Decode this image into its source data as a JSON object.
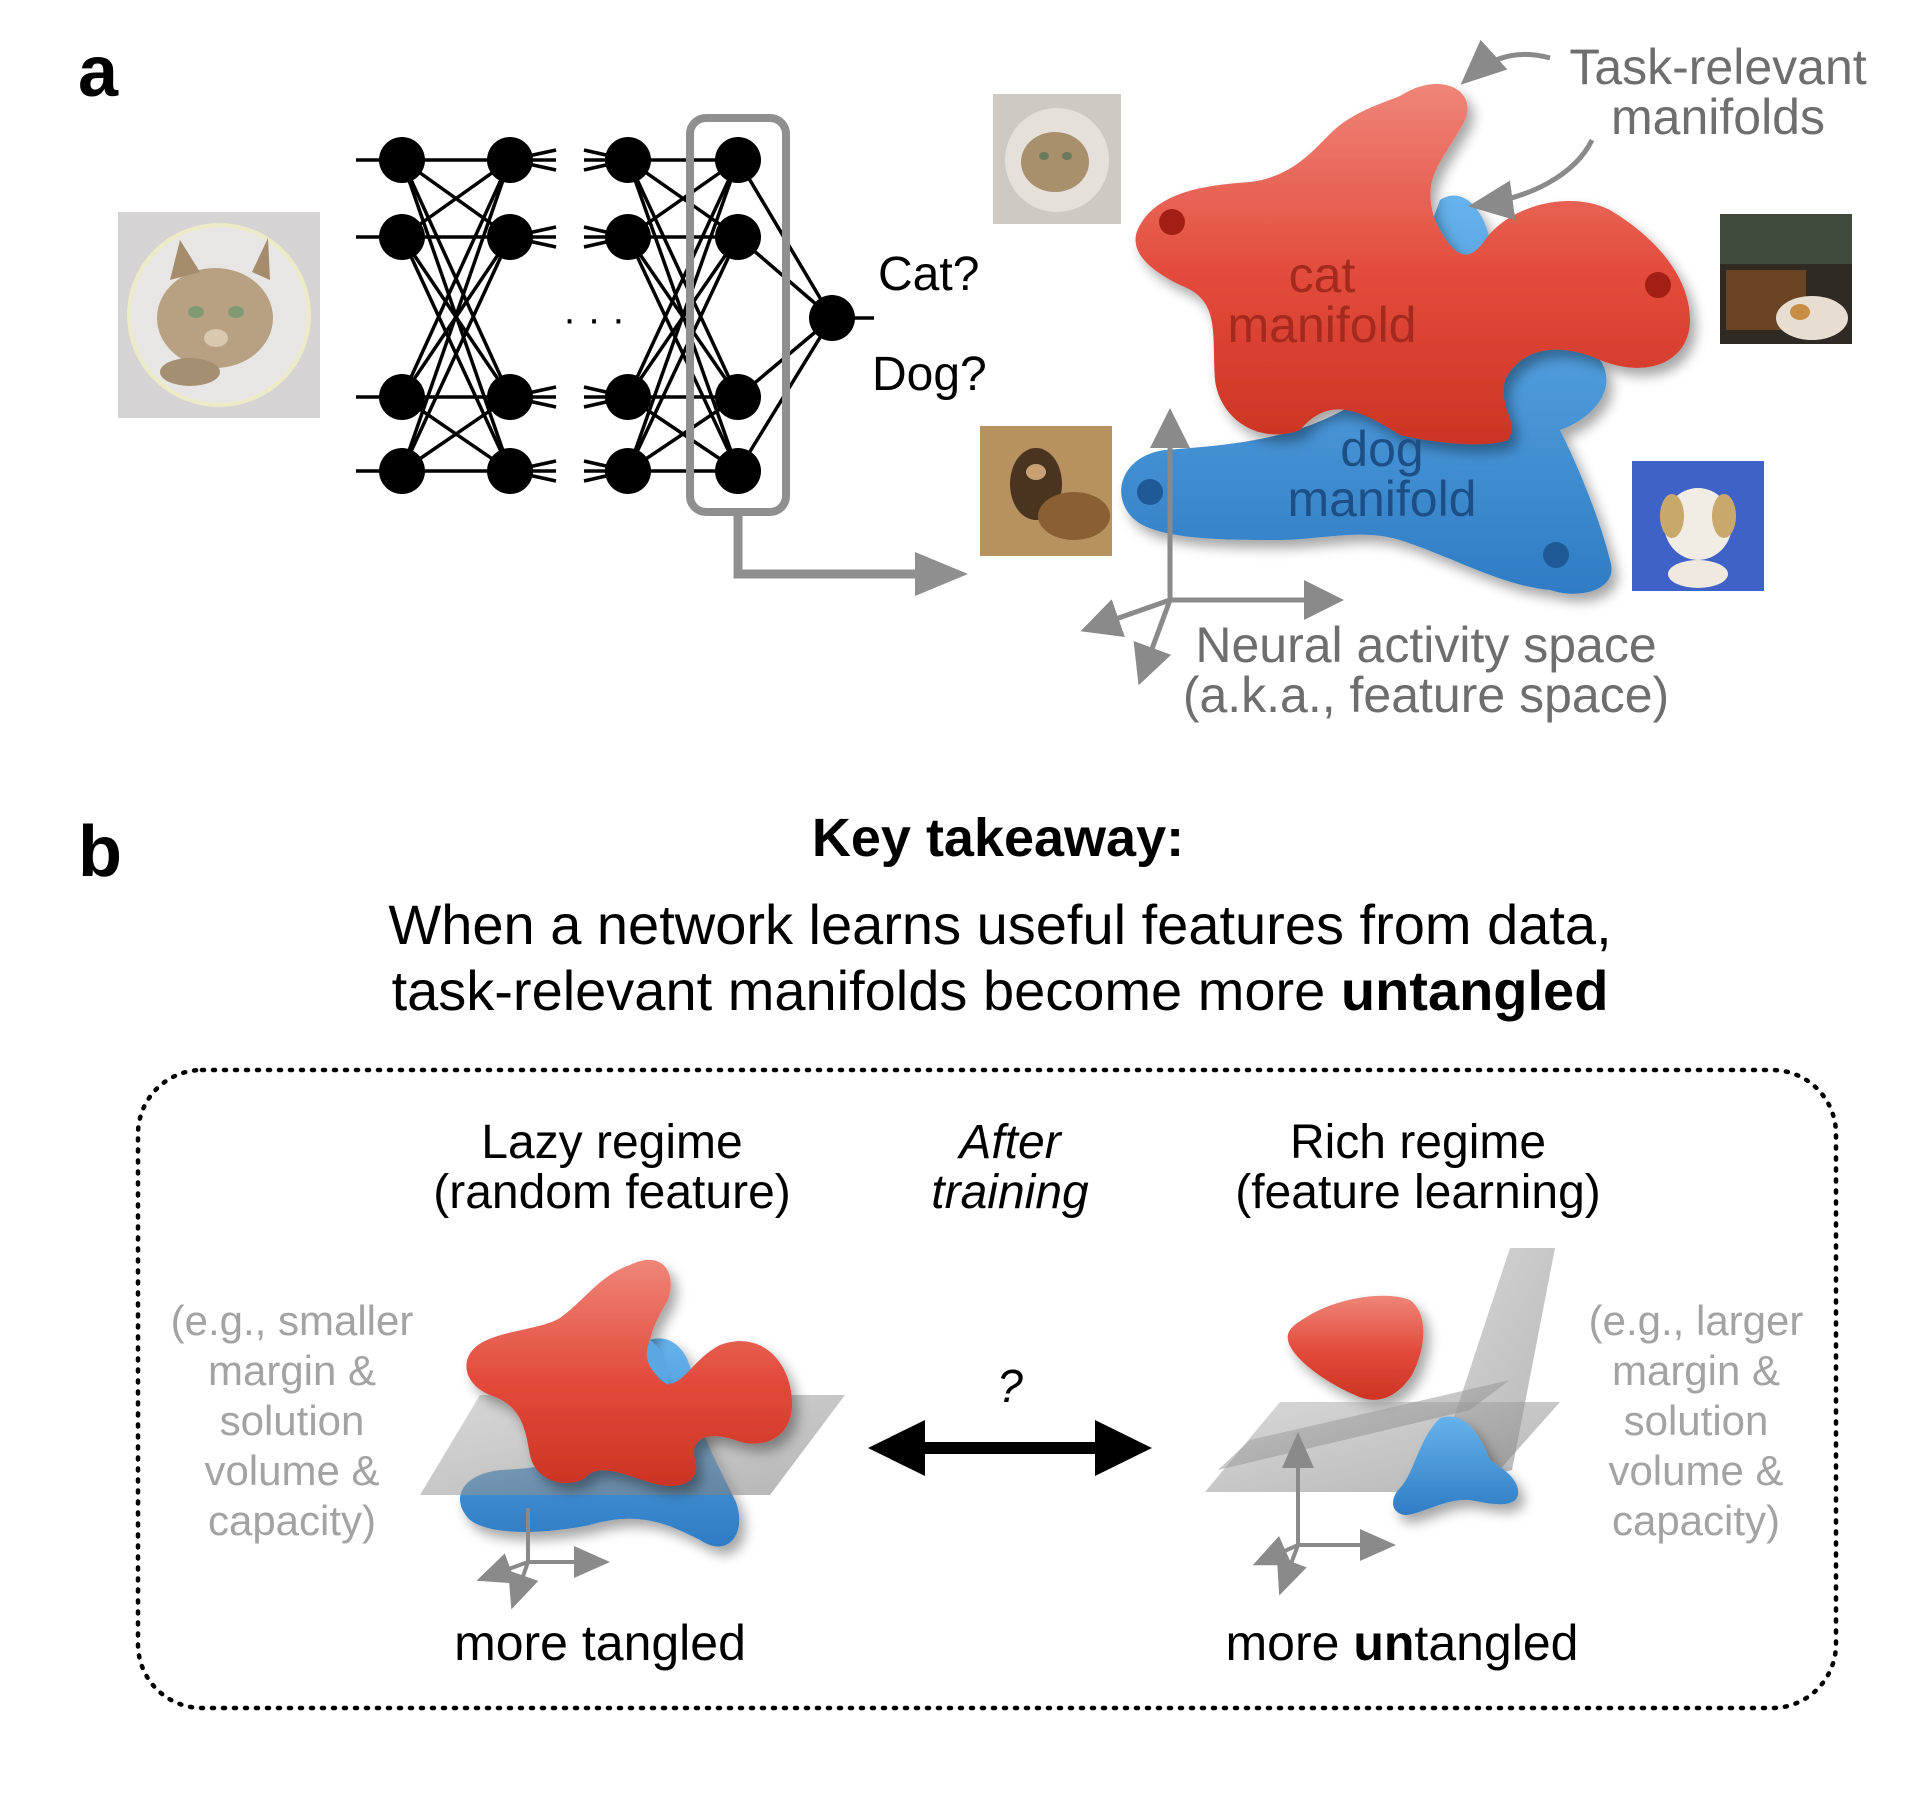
{
  "panel_a": {
    "letter": "a",
    "labels": {
      "cat_q": "Cat?",
      "dog_q": "Dog?",
      "ellipsis": "· · ·",
      "task_relevant_1": "Task-relevant",
      "task_relevant_2": "manifolds",
      "cat_manifold_1": "cat",
      "cat_manifold_2": "manifold",
      "dog_manifold_1": "dog",
      "dog_manifold_2": "manifold",
      "space_1": "Neural activity space",
      "space_2": "(a.k.a., feature space)"
    },
    "images": [
      "input-cat",
      "cat-thumbnail",
      "cat-and-box-thumbnail",
      "german-shepherd-thumbnail",
      "white-puppy-thumbnail"
    ]
  },
  "panel_b": {
    "letter": "b",
    "takeaway_title": "Key takeaway:",
    "takeaway_line1": "When a network learns useful features from data,",
    "takeaway_line2_a": "task-relevant manifolds become more ",
    "takeaway_line2_b": "untangled",
    "lazy_title_1": "Lazy regime",
    "lazy_title_2": "(random feature)",
    "after_1": "After",
    "after_2": "training",
    "rich_title_1": "Rich regime",
    "rich_title_2": "(feature learning)",
    "question": "?",
    "lazy_note": [
      "(e.g., smaller",
      "margin &",
      "solution",
      "volume &",
      "capacity)"
    ],
    "rich_note": [
      "(e.g., larger",
      "margin &",
      "solution",
      "volume &",
      "capacity)"
    ],
    "tangled": "more tangled",
    "untangled_a": "more ",
    "untangled_b": "un",
    "untangled_c": "tangled"
  },
  "colors": {
    "cat_manifold": "#e2493a",
    "dog_manifold": "#3f8fd6",
    "annotation_gray": "#6e6e6e",
    "note_gray": "#a3a3a3"
  }
}
